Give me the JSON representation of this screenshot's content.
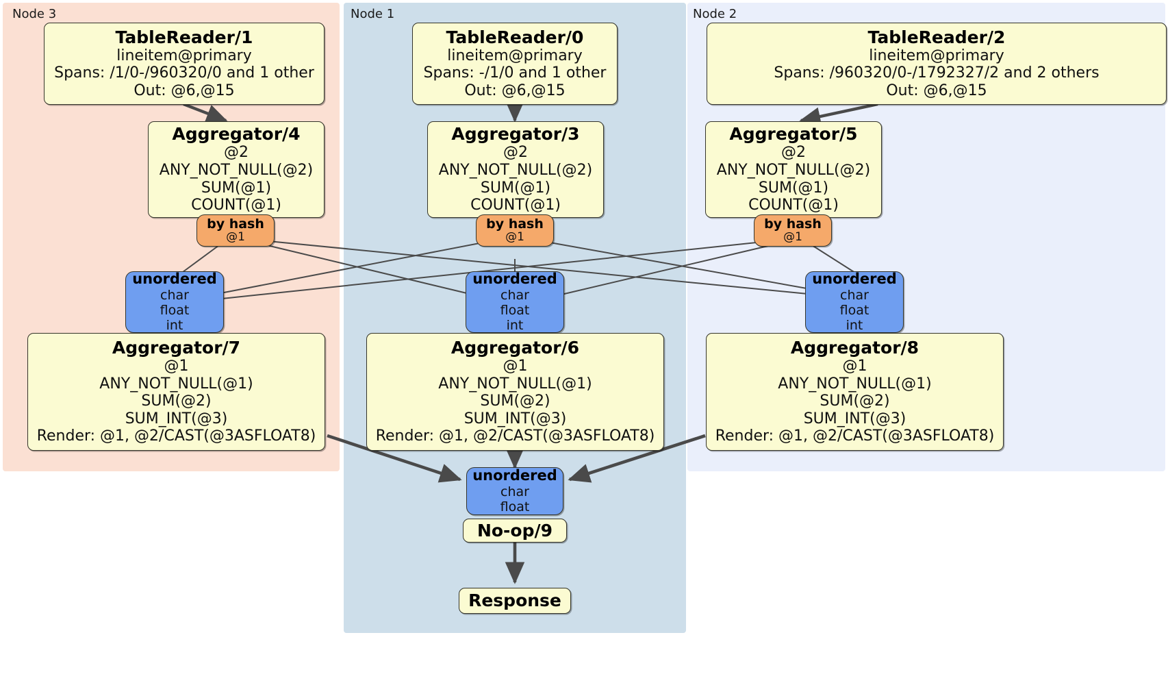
{
  "diagram": {
    "kind": "distributed-query-plan",
    "colors": {
      "node3_panel": "#fbe0d3",
      "node1_panel": "#cddeea",
      "node2_panel": "#eaeffb",
      "processor_fill": "#fbfbd2",
      "hash_router_fill": "#f5a96a",
      "unordered_router_fill": "#6f9ef0",
      "edge": "#4a4a4a",
      "border": "#34342a"
    },
    "panels": [
      {
        "id": "node3",
        "label": "Node 3"
      },
      {
        "id": "node1",
        "label": "Node 1"
      },
      {
        "id": "node2",
        "label": "Node 2"
      }
    ],
    "processors": {
      "table_reader_1": {
        "title": "TableReader/1",
        "lines": [
          "lineitem@primary",
          "Spans: /1/0-/960320/0 and 1 other",
          "Out: @6,@15"
        ]
      },
      "table_reader_0": {
        "title": "TableReader/0",
        "lines": [
          "lineitem@primary",
          "Spans: -/1/0 and 1 other",
          "Out: @6,@15"
        ]
      },
      "table_reader_2": {
        "title": "TableReader/2",
        "lines": [
          "lineitem@primary",
          "Spans: /960320/0-/1792327/2 and 2 others",
          "Out: @6,@15"
        ]
      },
      "aggregator_4": {
        "title": "Aggregator/4",
        "lines": [
          "@2",
          "ANY_NOT_NULL(@2)",
          "SUM(@1)",
          "COUNT(@1)"
        ]
      },
      "aggregator_3": {
        "title": "Aggregator/3",
        "lines": [
          "@2",
          "ANY_NOT_NULL(@2)",
          "SUM(@1)",
          "COUNT(@1)"
        ]
      },
      "aggregator_5": {
        "title": "Aggregator/5",
        "lines": [
          "@2",
          "ANY_NOT_NULL(@2)",
          "SUM(@1)",
          "COUNT(@1)"
        ]
      },
      "aggregator_7": {
        "title": "Aggregator/7",
        "lines": [
          "@1",
          "ANY_NOT_NULL(@1)",
          "SUM(@2)",
          "SUM_INT(@3)",
          "Render: @1, @2/CAST(@3ASFLOAT8)"
        ]
      },
      "aggregator_6": {
        "title": "Aggregator/6",
        "lines": [
          "@1",
          "ANY_NOT_NULL(@1)",
          "SUM(@2)",
          "SUM_INT(@3)",
          "Render: @1, @2/CAST(@3ASFLOAT8)"
        ]
      },
      "aggregator_8": {
        "title": "Aggregator/8",
        "lines": [
          "@1",
          "ANY_NOT_NULL(@1)",
          "SUM(@2)",
          "SUM_INT(@3)",
          "Render: @1, @2/CAST(@3ASFLOAT8)"
        ]
      },
      "noop_9": {
        "title": "No-op/9",
        "lines": []
      },
      "response": {
        "title": "Response",
        "lines": []
      }
    },
    "outputs": {
      "hash_left": {
        "title": "by hash",
        "lines": [
          "@1"
        ]
      },
      "hash_mid": {
        "title": "by hash",
        "lines": [
          "@1"
        ]
      },
      "hash_right": {
        "title": "by hash",
        "lines": [
          "@1"
        ]
      }
    },
    "inputs": {
      "unordered_left": {
        "title": "unordered",
        "lines": [
          "char",
          "float",
          "int"
        ]
      },
      "unordered_mid": {
        "title": "unordered",
        "lines": [
          "char",
          "float",
          "int"
        ]
      },
      "unordered_right": {
        "title": "unordered",
        "lines": [
          "char",
          "float",
          "int"
        ]
      },
      "unordered_final": {
        "title": "unordered",
        "lines": [
          "char",
          "float"
        ]
      }
    }
  }
}
